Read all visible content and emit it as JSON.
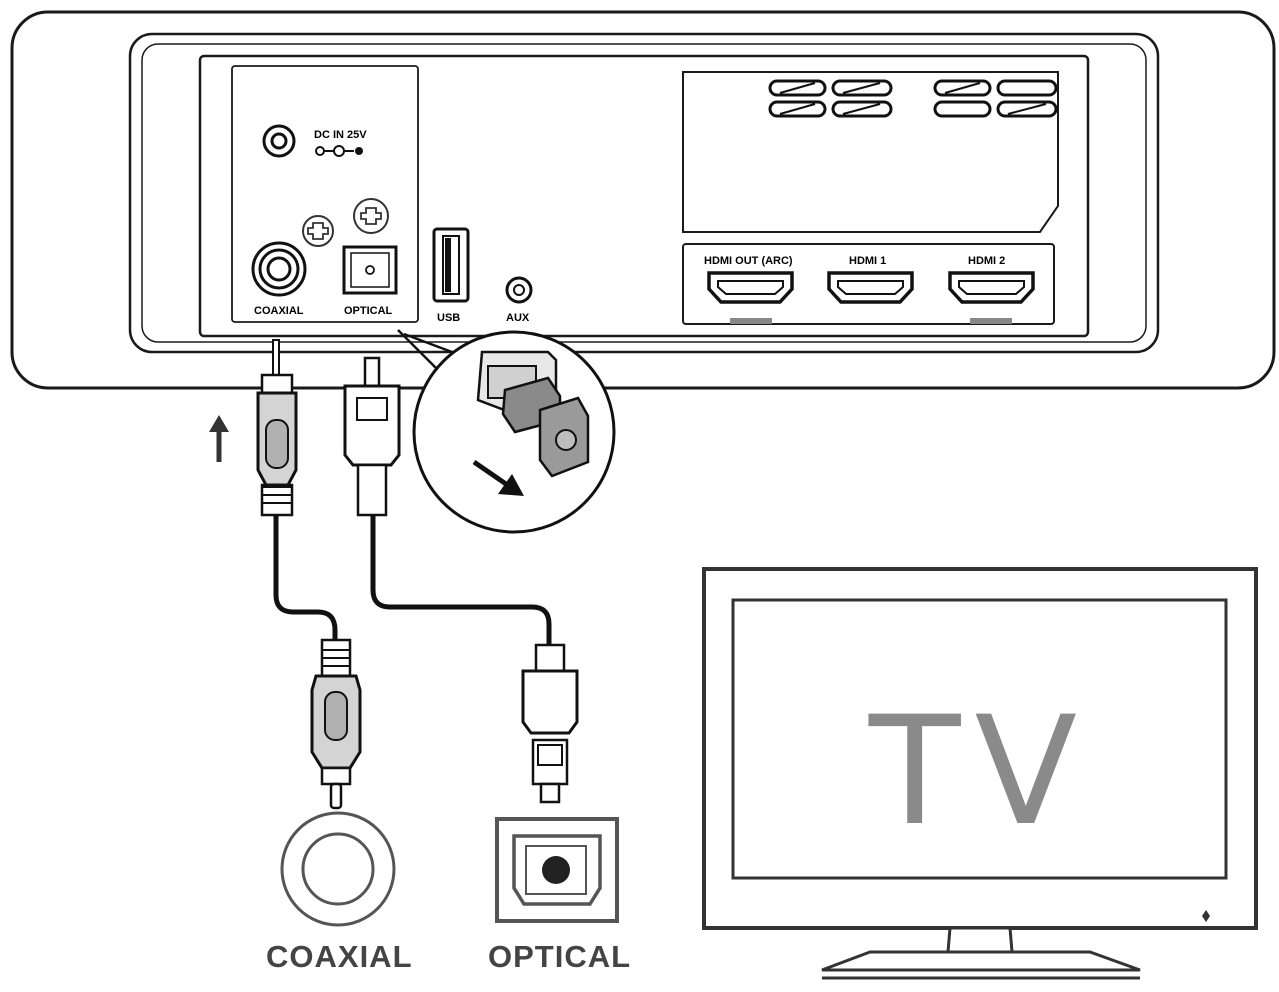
{
  "soundbar_panel": {
    "dc_label": "DC IN 25V",
    "ports": {
      "coaxial": "COAXIAL",
      "optical": "OPTICAL",
      "usb": "USB",
      "aux": "AUX",
      "hdmi_out": "HDMI OUT (ARC)",
      "hdmi_1": "HDMI 1",
      "hdmi_2": "HDMI 2"
    }
  },
  "tv": {
    "label": "TV"
  },
  "tv_ports": {
    "coaxial": "COAXIAL",
    "optical": "OPTICAL"
  },
  "icons": [
    "up-arrow-icon",
    "remove-cap-arrow-icon",
    "power-led-icon"
  ]
}
